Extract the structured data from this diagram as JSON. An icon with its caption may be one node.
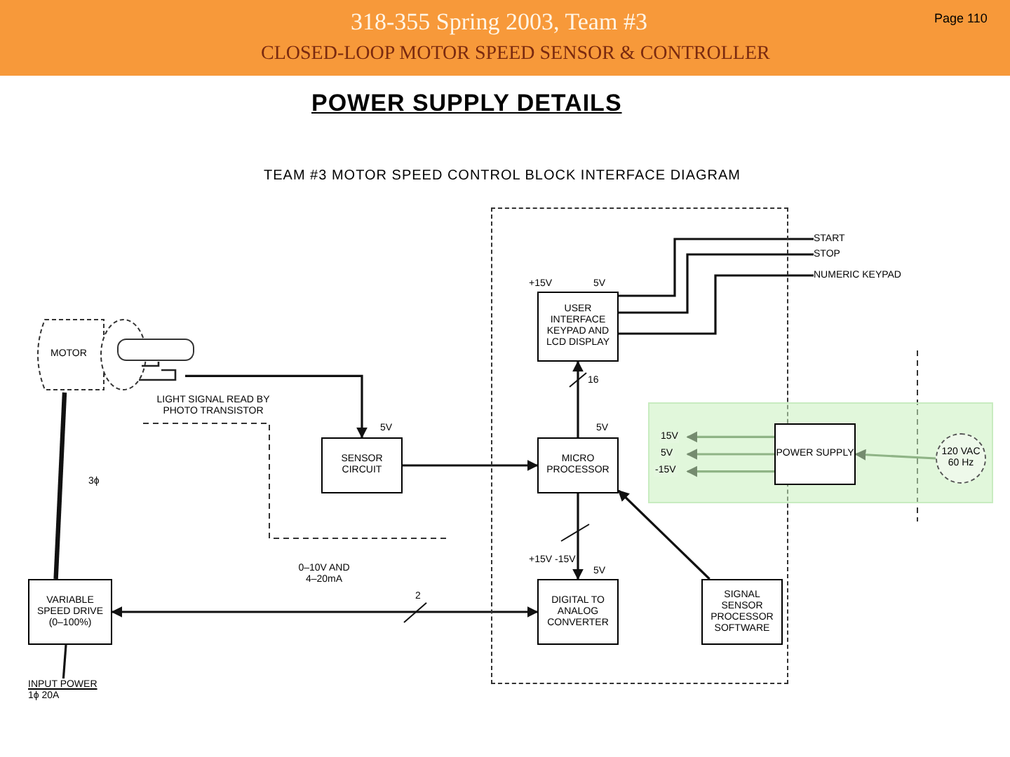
{
  "diagram": {
    "title": "POWER SUPPLY DETAILS",
    "nodes": [
      {
        "text": [
          "MOTOR"
        ]
      },
      {
        "text": [],
        "shape": "box",
        "in": 0
      },
      {
        "text": [],
        "shape": "box"
      },
      {
        "text": [
          "USER INTERFACE KEYPAD AND LCD DISPLAY"
        ],
        "in": 2,
        "beside": [
          "+15V",
          "5V"
        ]
      },
      {
        "text": [
          "SENSOR CIRCUIT"
        ],
        "beside": [
          "5V"
        ]
      },
      {
        "text": [
          "MICRO PROCESSOR"
        ],
        "in": 2,
        "beside": [
          "5V"
        ]
      },
      {
        "text": [
          "VARIABLE SPEED DRIVE",
          "(0–100%)"
        ]
      },
      {
        "text": [
          "DIGITAL TO ANALOG CONVERTER"
        ],
        "in": 2,
        "beside": [
          "+15V -15V",
          "5V"
        ]
      },
      {
        "text": [
          "SIGNAL SENSOR PROCESSOR SOFTWARE"
        ],
        "in": 2
      },
      {
        "text": [],
        "shape": "box"
      },
      {
        "text": [
          "POWER SUPPLY"
        ],
        "in": 9
      },
      {
        "text": [
          "120 VAC 60 Hz"
        ],
        "in": 9
      },
      {
        "text": [
          "START"
        ]
      },
      {
        "text": [
          "STOP"
        ]
      },
      {
        "text": [
          "NUMERIC KEYPAD"
        ]
      },
      {
        "text": [
          "INPUT POWER",
          "1ϕ 20A"
        ]
      }
    ],
    "edges": [
      {
        "from": 6,
        "to": 0,
        "arrow": "none",
        "label": "3ϕ",
        "style": "thick"
      },
      {
        "from": 1,
        "to": 4,
        "arrow": "to"
      },
      {
        "from": 4,
        "to": 5,
        "arrow": "to"
      },
      {
        "from": 5,
        "to": 3,
        "arrow": "to",
        "label": "16"
      },
      {
        "from": 5,
        "to": 7,
        "arrow": "to"
      },
      {
        "from": 8,
        "to": 5,
        "arrow": "to"
      },
      {
        "from": 6,
        "to": 7,
        "arrow": "both",
        "label": "0–10V AND 4–20mA"
      },
      {
        "from": 3,
        "to": 12,
        "arrow": "none"
      },
      {
        "from": 3,
        "to": 13,
        "arrow": "none"
      },
      {
        "from": 3,
        "to": 14,
        "arrow": "none"
      },
      {
        "from": 6,
        "to": 15,
        "arrow": "none"
      },
      {
        "from": 11,
        "to": 10,
        "arrow": "to"
      },
      {
        "from": 10,
        "to": null,
        "arrow": "to",
        "label": "15V"
      },
      {
        "from": 10,
        "to": null,
        "arrow": "to",
        "label": "5V"
      },
      {
        "from": 10,
        "to": null,
        "arrow": "to",
        "label": "-15V"
      }
    ],
    "labels": [
      "318-355 Spring 2003, Team #3",
      "CLOSED-LOOP MOTOR SPEED SENSOR & CONTROLLER",
      "Page 110",
      "TEAM #3 MOTOR SPEED CONTROL BLOCK INTERFACE DIAGRAM",
      "LIGHT SIGNAL READ BY PHOTO TRANSISTOR",
      "2"
    ]
  }
}
